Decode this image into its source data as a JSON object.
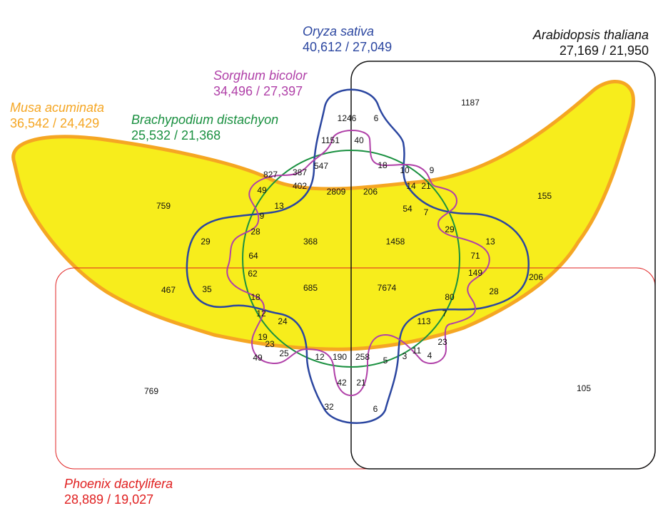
{
  "sets": {
    "oryza": {
      "name": "Oryza sativa",
      "counts": "40,612 / 27,049",
      "color": "#2b46a0"
    },
    "arabidopsis": {
      "name": "Arabidopsis thaliana",
      "counts": "27,169 / 21,950",
      "color": "#111111"
    },
    "sorghum": {
      "name": "Sorghum bicolor",
      "counts": "34,496 / 27,397",
      "color": "#b040a8"
    },
    "musa": {
      "name": "Musa acuminata",
      "counts": "36,542 / 24,429",
      "color": "#f5a623",
      "fill": "#f7ed1c"
    },
    "brachypodium": {
      "name": "Brachypodium distachyon",
      "counts": "25,532 / 21,368",
      "color": "#1a9040"
    },
    "phoenix": {
      "name": "Phoenix dactylifera",
      "counts": "28,889 / 19,027",
      "color": "#e02020"
    }
  },
  "region_counts": [
    "1246",
    "6",
    "1187",
    "1151",
    "40",
    "18",
    "10",
    "9",
    "827",
    "387",
    "547",
    "2809",
    "206",
    "14",
    "21",
    "49",
    "402",
    "759",
    "13",
    "54",
    "155",
    "7",
    "9",
    "28",
    "29",
    "29",
    "368",
    "1458",
    "13",
    "64",
    "71",
    "62",
    "149",
    "467",
    "35",
    "685",
    "7674",
    "206",
    "28",
    "18",
    "80",
    "12",
    "7",
    "24",
    "113",
    "19",
    "23",
    "23",
    "11",
    "49",
    "25",
    "12",
    "190",
    "258",
    "5",
    "3",
    "4",
    "769",
    "42",
    "21",
    "105",
    "32",
    "6"
  ]
}
